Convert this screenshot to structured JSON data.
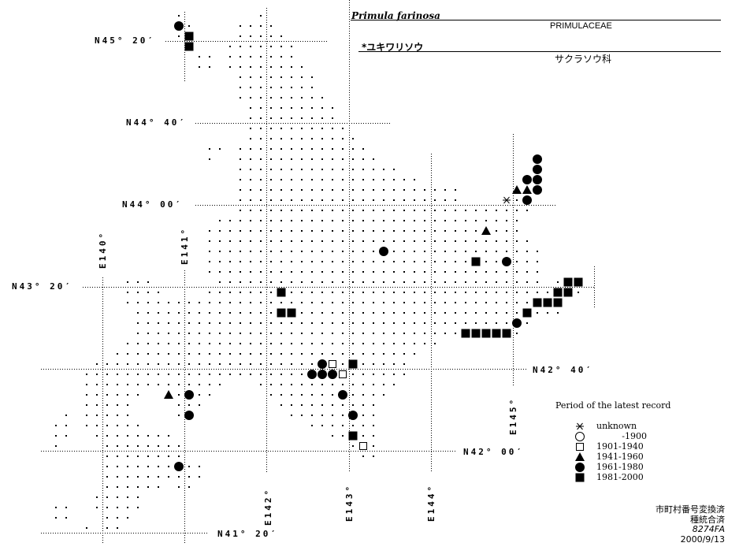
{
  "header": {
    "scientific_name": "Primula farinosa",
    "family_latin": "PRIMULACEAE",
    "japanese_name": "*ユキワリソウ",
    "family_japanese": "サクラソウ科"
  },
  "lat_labels": [
    "N45° 20′",
    "N44° 40′",
    "N44° 00′",
    "N43° 20′",
    "N42° 40′",
    "N42° 00′",
    "N41° 20′"
  ],
  "lon_labels": [
    "E140°",
    "E141°",
    "E142°",
    "E143°",
    "E144°",
    "E145°"
  ],
  "legend": {
    "title": "Period of the latest record",
    "items": [
      {
        "symbol": "asterisk",
        "label": "unknown"
      },
      {
        "symbol": "open-circle",
        "label": "-1900"
      },
      {
        "symbol": "open-square",
        "label": "1901-1940"
      },
      {
        "symbol": "filled-triangle",
        "label": "1941-1960"
      },
      {
        "symbol": "filled-circle",
        "label": "1961-1980"
      },
      {
        "symbol": "filled-square",
        "label": "1981-2000"
      }
    ]
  },
  "notes": {
    "line1": "市町村番号変換済",
    "line2": "種統合済",
    "code": "8274FA",
    "date": "2000/9/13"
  },
  "records": [
    {
      "symbol": "filled-circle",
      "lon": 140.9375,
      "lat": 45.4583
    },
    {
      "symbol": "filled-square",
      "lon": 141.0625,
      "lat": 45.375
    },
    {
      "symbol": "filled-square",
      "lon": 141.0625,
      "lat": 45.2917
    },
    {
      "symbol": "filled-circle",
      "lon": 145.3125,
      "lat": 44.375
    },
    {
      "symbol": "filled-circle",
      "lon": 145.3125,
      "lat": 44.2917
    },
    {
      "symbol": "filled-circle",
      "lon": 145.1875,
      "lat": 44.2083
    },
    {
      "symbol": "filled-circle",
      "lon": 145.3125,
      "lat": 44.2083
    },
    {
      "symbol": "filled-triangle",
      "lon": 145.0625,
      "lat": 44.125
    },
    {
      "symbol": "filled-triangle",
      "lon": 145.1875,
      "lat": 44.125
    },
    {
      "symbol": "filled-circle",
      "lon": 145.3125,
      "lat": 44.125
    },
    {
      "symbol": "asterisk",
      "lon": 144.9375,
      "lat": 44.0417
    },
    {
      "symbol": "filled-circle",
      "lon": 145.1875,
      "lat": 44.0417
    },
    {
      "symbol": "filled-triangle",
      "lon": 144.6875,
      "lat": 43.7917
    },
    {
      "symbol": "filled-circle",
      "lon": 143.4375,
      "lat": 43.625
    },
    {
      "symbol": "filled-square",
      "lon": 144.5625,
      "lat": 43.5417
    },
    {
      "symbol": "filled-circle",
      "lon": 144.9375,
      "lat": 43.5417
    },
    {
      "symbol": "filled-square",
      "lon": 145.6875,
      "lat": 43.375
    },
    {
      "symbol": "filled-square",
      "lon": 145.8125,
      "lat": 43.375
    },
    {
      "symbol": "filled-square",
      "lon": 145.5625,
      "lat": 43.2917
    },
    {
      "symbol": "filled-square",
      "lon": 145.6875,
      "lat": 43.2917
    },
    {
      "symbol": "filled-square",
      "lon": 145.3125,
      "lat": 43.2083
    },
    {
      "symbol": "filled-square",
      "lon": 145.4375,
      "lat": 43.2083
    },
    {
      "symbol": "filled-square",
      "lon": 145.5625,
      "lat": 43.2083
    },
    {
      "symbol": "filled-square",
      "lon": 145.1875,
      "lat": 43.125
    },
    {
      "symbol": "filled-circle",
      "lon": 145.0625,
      "lat": 43.0417
    },
    {
      "symbol": "filled-square",
      "lon": 144.4375,
      "lat": 42.9583
    },
    {
      "symbol": "filled-square",
      "lon": 144.5625,
      "lat": 42.9583
    },
    {
      "symbol": "filled-square",
      "lon": 144.6875,
      "lat": 42.9583
    },
    {
      "symbol": "filled-square",
      "lon": 144.8125,
      "lat": 42.9583
    },
    {
      "symbol": "filled-square",
      "lon": 144.9375,
      "lat": 42.9583
    },
    {
      "symbol": "filled-square",
      "lon": 142.1875,
      "lat": 43.2917
    },
    {
      "symbol": "filled-square",
      "lon": 142.1875,
      "lat": 43.125
    },
    {
      "symbol": "filled-square",
      "lon": 142.3125,
      "lat": 43.125
    },
    {
      "symbol": "filled-circle",
      "lon": 142.6875,
      "lat": 42.7083
    },
    {
      "symbol": "open-square",
      "lon": 142.8125,
      "lat": 42.7083
    },
    {
      "symbol": "filled-square",
      "lon": 143.0625,
      "lat": 42.7083
    },
    {
      "symbol": "filled-circle",
      "lon": 142.5625,
      "lat": 42.625
    },
    {
      "symbol": "filled-circle",
      "lon": 142.6875,
      "lat": 42.625
    },
    {
      "symbol": "filled-circle",
      "lon": 142.8125,
      "lat": 42.625
    },
    {
      "symbol": "open-square",
      "lon": 142.9375,
      "lat": 42.625
    },
    {
      "symbol": "filled-circle",
      "lon": 142.9375,
      "lat": 42.4583
    },
    {
      "symbol": "filled-triangle",
      "lon": 140.8125,
      "lat": 42.4583
    },
    {
      "symbol": "filled-circle",
      "lon": 141.0625,
      "lat": 42.4583
    },
    {
      "symbol": "filled-circle",
      "lon": 143.0625,
      "lat": 42.2917
    },
    {
      "symbol": "filled-circle",
      "lon": 141.0625,
      "lat": 42.2917
    },
    {
      "symbol": "filled-square",
      "lon": 143.0625,
      "lat": 42.125
    },
    {
      "symbol": "open-square",
      "lon": 143.1875,
      "lat": 42.0417
    },
    {
      "symbol": "filled-circle",
      "lon": 140.9375,
      "lat": 41.875
    }
  ]
}
